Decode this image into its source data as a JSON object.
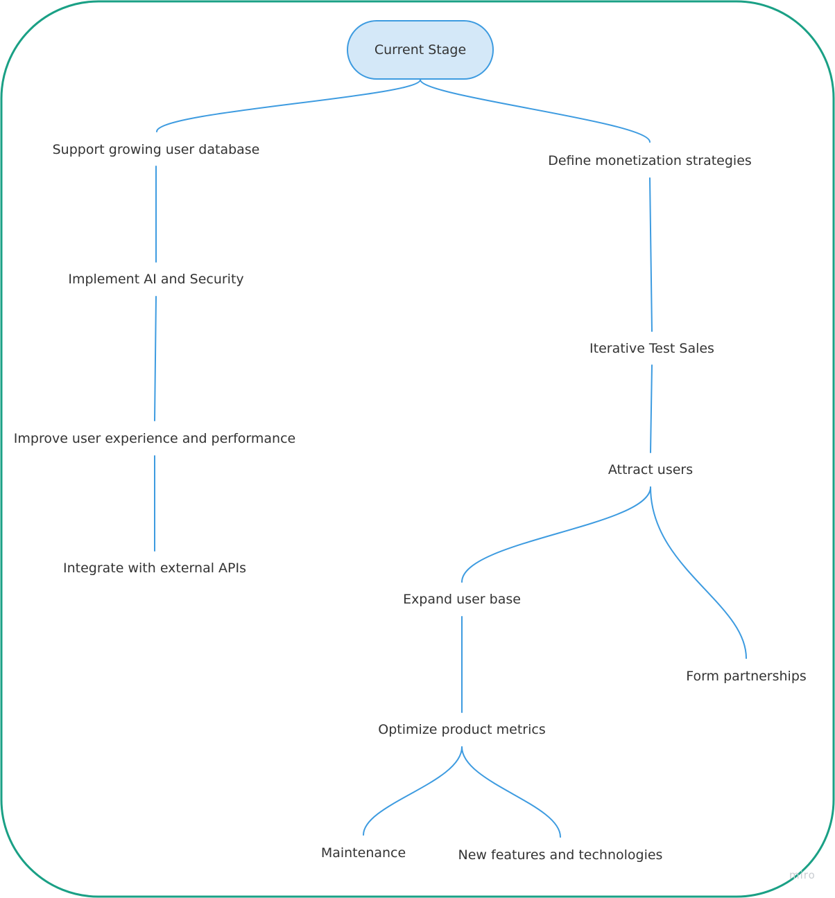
{
  "frame": {
    "border_color": "#1aa085",
    "connector_color": "#3d9be0",
    "root_fill": "#d4e8f8"
  },
  "root": {
    "label": "Current Stage"
  },
  "nodes": {
    "support": "Support growing user database",
    "ai_security": "Implement AI and Security",
    "ux_perf": "Improve user experience and performance",
    "apis": "Integrate with external APIs",
    "monetization": "Define monetization strategies",
    "test_sales": "Iterative Test Sales",
    "attract": "Attract users",
    "expand": "Expand user base",
    "partnerships": "Form partnerships",
    "metrics": "Optimize product metrics",
    "maintenance": "Maintenance",
    "new_features": "New features and technologies"
  },
  "watermark": "miro"
}
